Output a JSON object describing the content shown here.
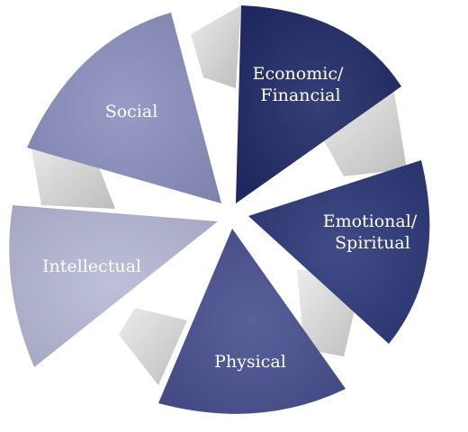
{
  "diagram": {
    "segments": [
      {
        "id": "economic",
        "lines": [
          "Economic/",
          "Financial"
        ],
        "color": "#1f2a66"
      },
      {
        "id": "emotional",
        "lines": [
          "Emotional/",
          "Spiritual"
        ],
        "color": "#2c3878"
      },
      {
        "id": "physical",
        "lines": [
          "Physical"
        ],
        "color": "#474f8f"
      },
      {
        "id": "intellectual",
        "lines": [
          "Intellectual"
        ],
        "color": "#b6b9d6"
      },
      {
        "id": "social",
        "lines": [
          "Social"
        ],
        "color": "#8b90bf"
      }
    ],
    "connector_color": "#d7d7d7"
  }
}
